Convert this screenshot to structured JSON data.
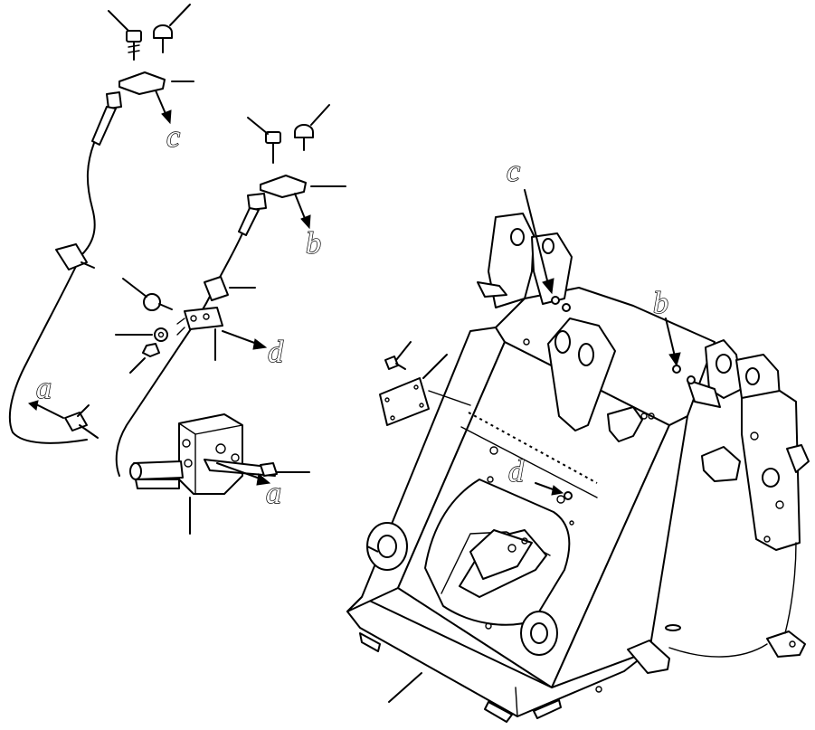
{
  "labels": {
    "a1": "a",
    "a2": "a",
    "b1": "b",
    "b2": "b",
    "c1": "c",
    "c2": "c",
    "d1": "d",
    "d2": "d"
  }
}
